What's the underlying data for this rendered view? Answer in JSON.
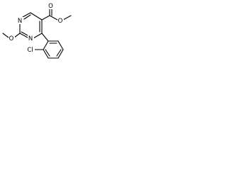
{
  "molecule": {
    "atom_labels": {
      "carbonyl_o": "O",
      "ester_o": "O",
      "methoxy_o": "O",
      "ring_n1": "N",
      "ring_n3": "N",
      "chlorine": "Cl"
    },
    "colors": {
      "bond": "#000000",
      "text": "#000000",
      "background": "#ffffff"
    }
  }
}
